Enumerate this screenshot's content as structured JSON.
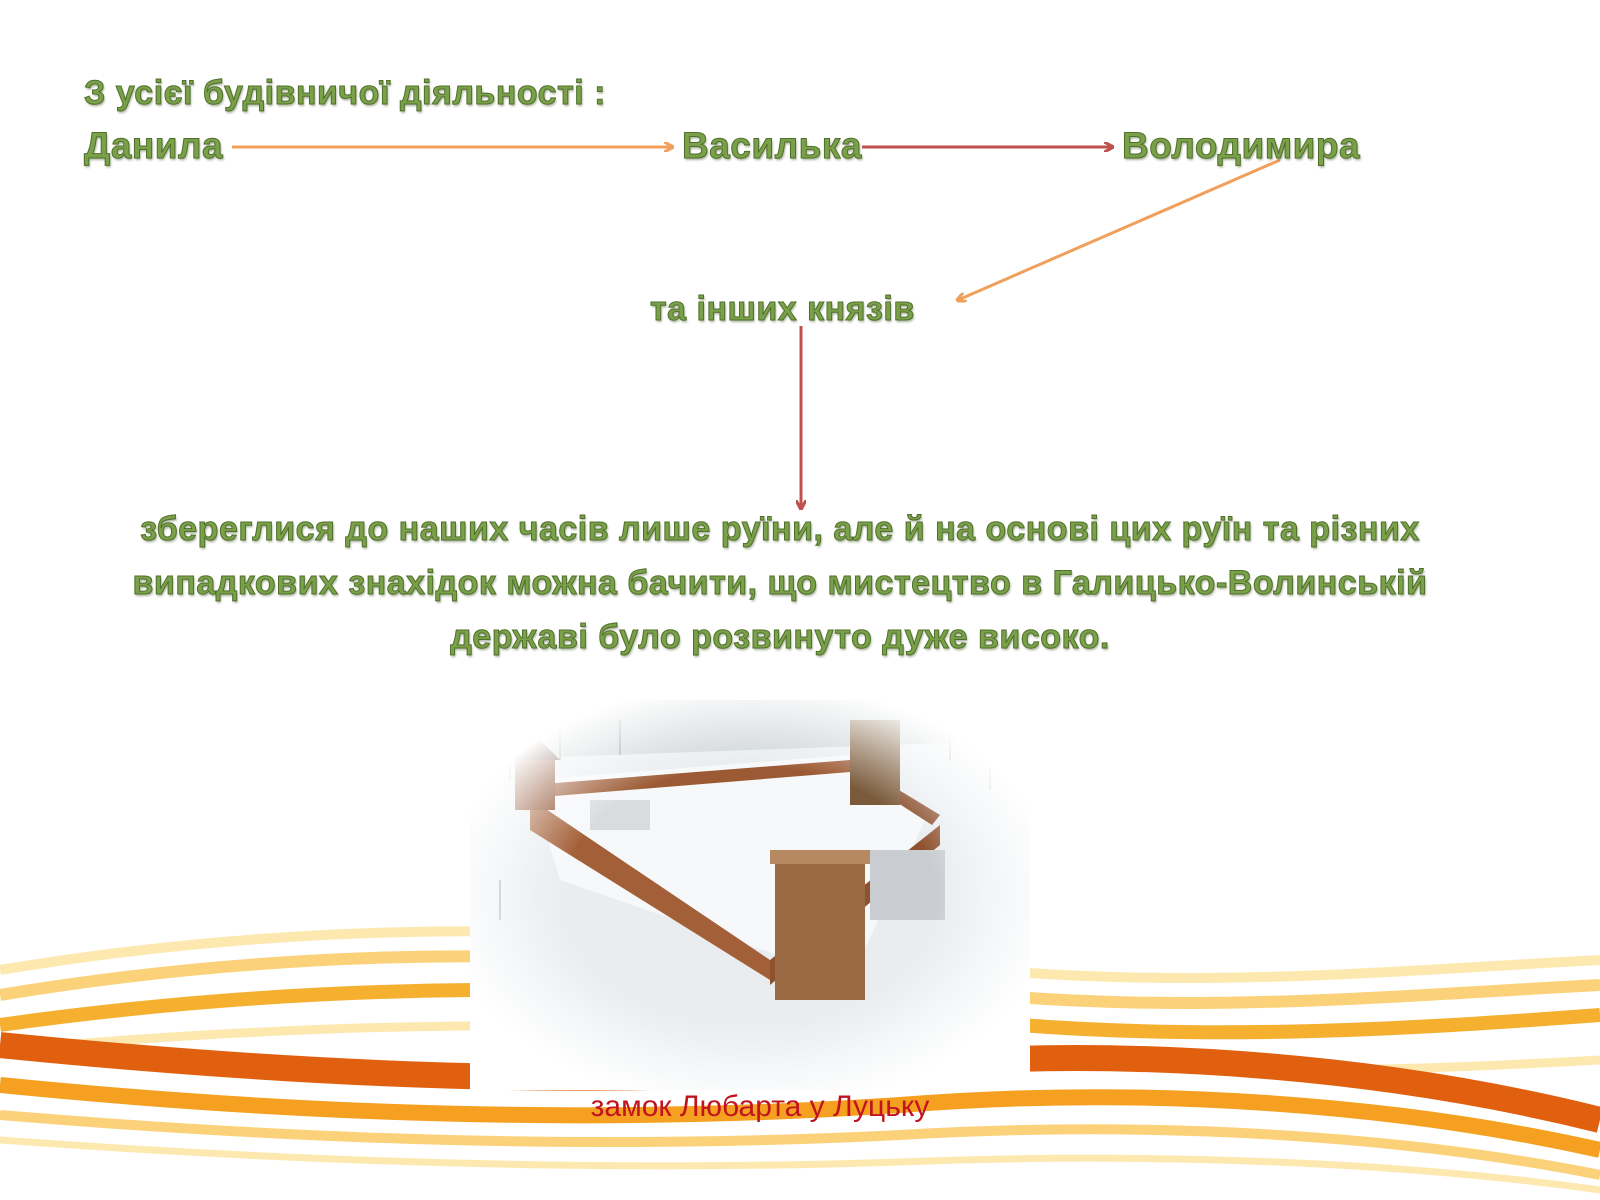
{
  "slide": {
    "heading": "З усієї будівничої діяльності :",
    "names": [
      "Данила",
      "Василька",
      "Володимира"
    ],
    "others": "та інших князів",
    "paragraph": "збереглися до наших часів лише руїни, але й на основі цих руїн та різних випадкових знахідок можна бачити, що мистецтво в Галицько-Волинській державі було розвинуто дуже високо.",
    "image": {
      "subject": "castle-photo",
      "description_visible": false
    },
    "caption": "замок Любарта у Луцьку"
  },
  "colors": {
    "wordart_fill": "#7aa049",
    "wordart_outline": "#4f6f2b",
    "arrow_orange": "#f0a05a",
    "arrow_red": "#c0504d",
    "caption": "#c0141e",
    "wave_dark": "#e06010",
    "wave_mid": "#f5a020",
    "wave_light": "#fbd27a"
  }
}
